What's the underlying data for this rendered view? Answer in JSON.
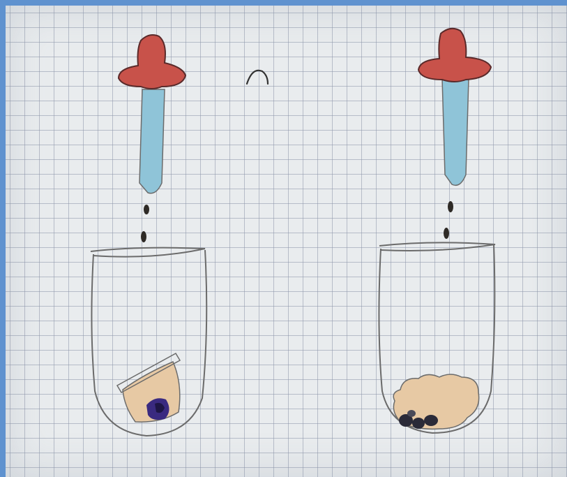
{
  "scene": {
    "kind": "hand-drawn sketch on graph paper",
    "colors": {
      "background_border": "#5f92cf",
      "paper": "#e9ecee",
      "grid": "#8c96aa",
      "dropper_bulb": "#c8524a",
      "dropper_tube": "#8fc4d8",
      "drop": "#2e2a26",
      "tissue": "#e7c9a4",
      "pencil": "#6b6b6b",
      "stain_dark": "#2a2a38",
      "stain_purple": "#3a2a80"
    },
    "left_setup": {
      "tissue_shape": "angled slice with dark purple spot",
      "drops": 2
    },
    "right_setup": {
      "tissue_shape": "lumpy mass with dark spots at bottom",
      "drops": 2
    }
  }
}
